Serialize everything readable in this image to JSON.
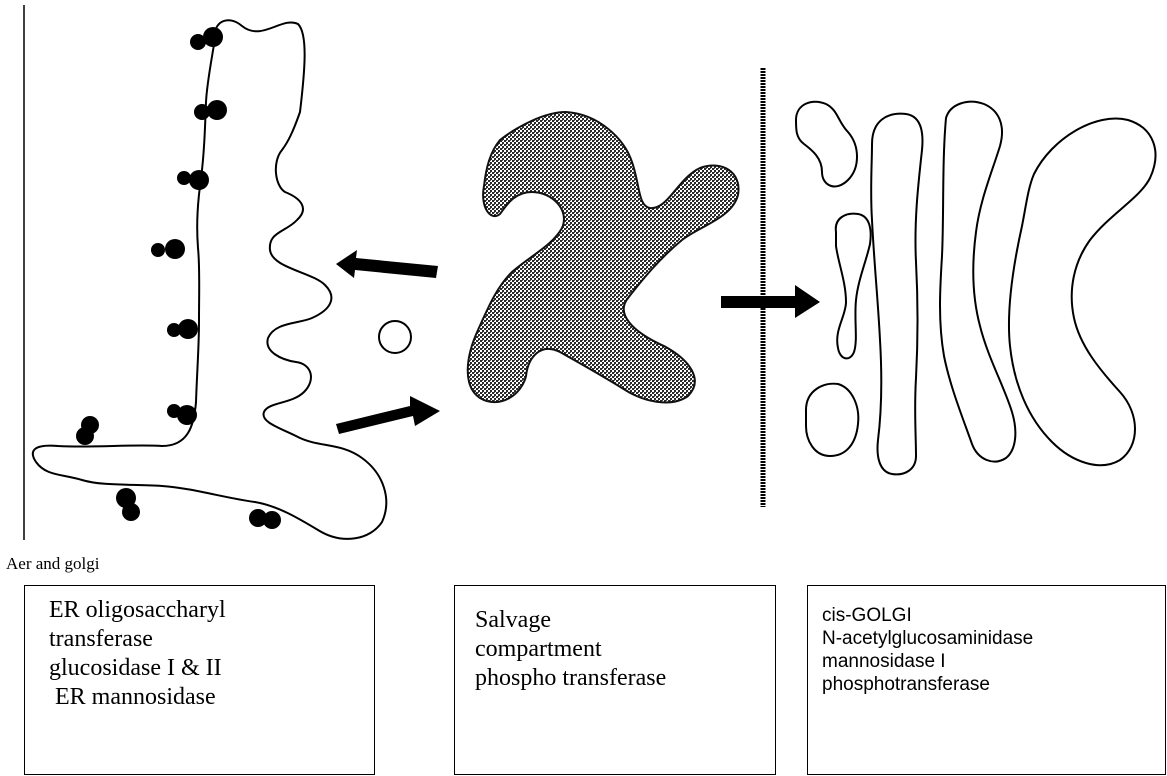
{
  "caption": "Aer and golgi",
  "colors": {
    "stroke": "#000000",
    "stipple": "#3a3a3a",
    "background": "#ffffff"
  },
  "boxes": {
    "er": {
      "lines": [
        "ER oligosaccharyl",
        "transferase",
        "glucosidase I & II",
        " ER mannosidase"
      ]
    },
    "salvage": {
      "lines": [
        "Salvage",
        "compartment",
        "phospho transferase"
      ]
    },
    "golgi": {
      "lines": [
        "cis-GOLGI",
        "N-acetylglucosaminidase",
        "mannosidase I",
        "phosphotransferase"
      ]
    }
  }
}
